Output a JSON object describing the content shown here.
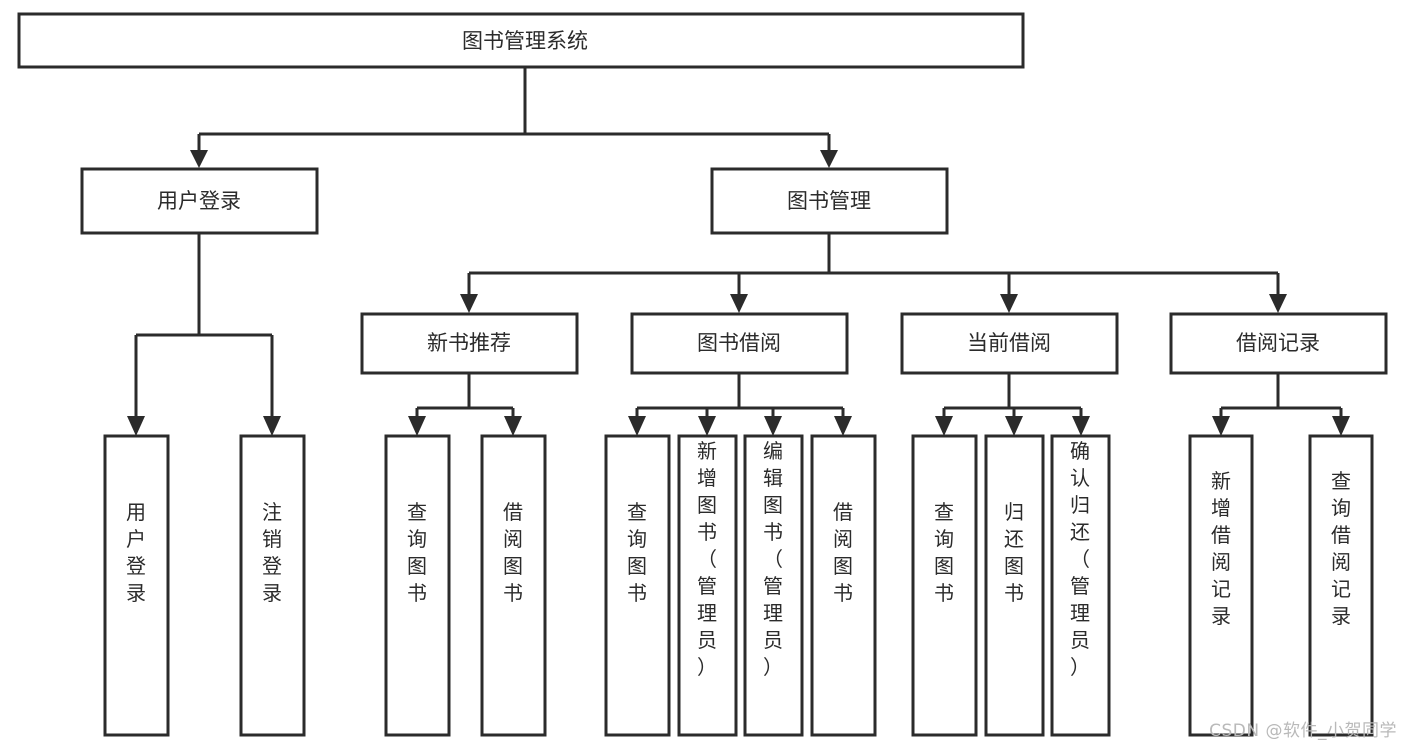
{
  "diagram": {
    "title": "图书管理系统",
    "type": "tree-hierarchy",
    "watermark": "CSDN @软件_小贺同学",
    "colors": {
      "stroke": "#2b2b2b",
      "fill": "#ffffff",
      "background": "#ffffff",
      "watermark": "#b9b9b9"
    },
    "levels": {
      "root_label": "图书管理系统",
      "level2": [
        {
          "label": "用户登录"
        },
        {
          "label": "图书管理"
        }
      ],
      "level3": [
        {
          "label": "新书推荐"
        },
        {
          "label": "图书借阅"
        },
        {
          "label": "当前借阅"
        },
        {
          "label": "借阅记录"
        }
      ],
      "level4": [
        {
          "label": "用户登录",
          "parent": "用户登录"
        },
        {
          "label": "注销登录",
          "parent": "用户登录"
        },
        {
          "label": "查询图书",
          "parent": "新书推荐"
        },
        {
          "label": "借阅图书",
          "parent": "新书推荐"
        },
        {
          "label": "查询图书",
          "parent": "图书借阅"
        },
        {
          "label": "新增图书（管理员）",
          "parent": "图书借阅"
        },
        {
          "label": "编辑图书（管理员）",
          "parent": "图书借阅"
        },
        {
          "label": "借阅图书",
          "parent": "图书借阅"
        },
        {
          "label": "查询图书",
          "parent": "当前借阅"
        },
        {
          "label": "归还图书",
          "parent": "当前借阅"
        },
        {
          "label": "确认归还（管理员）",
          "parent": "当前借阅"
        },
        {
          "label": "新增借阅记录",
          "parent": "借阅记录"
        },
        {
          "label": "查询借阅记录",
          "parent": "借阅记录"
        }
      ]
    }
  }
}
